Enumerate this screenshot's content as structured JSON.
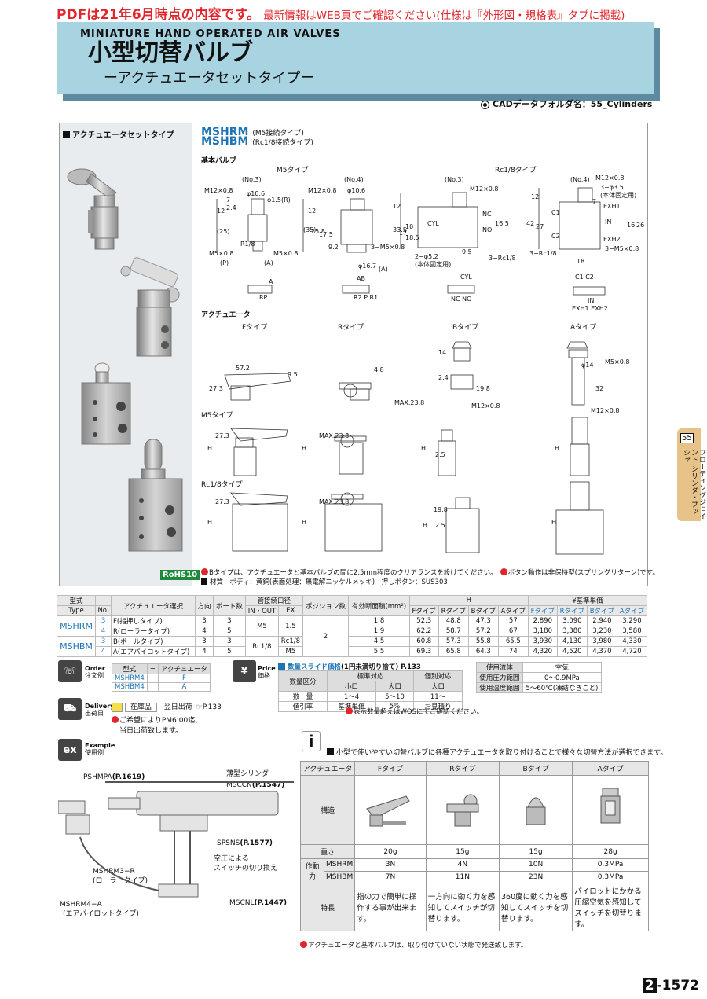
{
  "notice": {
    "big": "PDFは21年6月時点の内容です。",
    "rest": "最新情報はWEB頁でご確認ください(仕様は『外形図・規格表』タブに掲載)"
  },
  "header": {
    "en_title": "MINIATURE HAND OPERATED AIR VALVES",
    "jp_title": "小型切替バルブ",
    "jp_subtitle": "ーアクチュエータセットタイプー"
  },
  "cad": "CADデータフォルダ名：55_Cylinders",
  "photo_section": {
    "title": "アクチュエータセットタイプ",
    "rohs": "RoHS10"
  },
  "models": [
    {
      "name": "MSHRM",
      "desc": "(M5接続タイプ)"
    },
    {
      "name": "MSHBM",
      "desc": "(Rc1/8接続タイプ)"
    }
  ],
  "drawing": {
    "basic_valve": "基本バルブ",
    "m5_type": "M5タイプ",
    "rc_type": "Rc1/8タイプ",
    "actuator": "アクチュエータ",
    "f_type": "Fタイプ",
    "r_type": "Rタイプ",
    "b_type": "Bタイプ",
    "a_type": "Aタイプ",
    "m5_row": "M5タイプ",
    "rc_row": "Rc1/8タイプ",
    "no3": "(No.3)",
    "no4": "(No.4)",
    "m12": "M12×0.8",
    "phi106": "φ10.6",
    "phi15": "φ1.5(R)",
    "r18": "R1/8",
    "m5": "M5×0.8",
    "p": "(P)",
    "a": "(A)",
    "phi167": "φ16.7",
    "m5x3": "3−M5×0.8",
    "phi52": "2−φ5.2",
    "body_fixed": "(本体固定用)",
    "rc18x3": "3−Rc1/8",
    "phi35": "3−φ3.5",
    "cyl": "CYL",
    "nc": "NC",
    "no": "NO",
    "c1": "C1",
    "c2": "C2",
    "exh1": "EXH1",
    "exh2": "EXH2",
    "in": "IN",
    "sym1": "RP",
    "sym1a": "A",
    "sym2": "R2 P R1",
    "sym2a": "AB",
    "sym3": "NC NO",
    "sym3a": "CYL",
    "sym4": "IN",
    "sym4b": "EXH1  EXH2",
    "sym4a": "C1   C2",
    "d572": "57.2",
    "d273": "27.3",
    "d95": "9.5",
    "d48": "4.8",
    "dmax": "MAX.23.8",
    "d14": "14",
    "d24": "2.4",
    "d198": "19.8",
    "dphi14": "φ14",
    "d32": "32",
    "dh": "H",
    "d25": "2.5",
    "dims_m5": [
      "12",
      "7",
      "2.4",
      "(25)",
      "12",
      "(35)",
      "25.8",
      "17.5",
      "9.2",
      "12",
      "33.5",
      "17",
      "10",
      "18.5",
      "9.5",
      "16.5",
      "12",
      "42",
      "27",
      "18",
      "16",
      "26",
      "7"
    ]
  },
  "notes": {
    "n1": "Bタイプは、アクチュエータと基本バルブの間に2.5mm程度のクリアランスを設けてください。",
    "n2": "ボタン動作は非保持型(スプリングリターン)です。",
    "material": "材質　ボディ：黄銅(表面処理：無電解ニッケルメッキ)　押しボタン：SUS303"
  },
  "spec": {
    "headers": {
      "type": "型式",
      "type_en": "Type",
      "no": "No.",
      "actuator": "アクチュエータ選択",
      "direction": "方向",
      "ports": "ポート数",
      "pipe": "管接続口径",
      "inout": "IN・OUT",
      "ex": "EX",
      "positions": "ポジション数",
      "area": "有効断面積(mm²)",
      "h": "H",
      "price": "¥基準単価",
      "ft": "Fタイプ",
      "rt": "Rタイプ",
      "bt": "Bタイプ",
      "at": "Aタイプ"
    },
    "actuators": [
      "F(指押しタイプ)",
      "R(ローラータイプ)",
      "B(ボールタイプ)",
      "A(エアパイロットタイプ)"
    ],
    "positions_value": "2",
    "rows": [
      {
        "type": "MSHRM",
        "no": "3",
        "dir": "3",
        "ports": "3",
        "inout": "M5",
        "ex": "1.5",
        "area": "1.8",
        "hf": "52.3",
        "hr": "48.8",
        "hb": "47.3",
        "ha": "57",
        "pf": "2,890",
        "pr": "3,090",
        "pb": "2,940",
        "pa": "3,290"
      },
      {
        "type": "",
        "no": "4",
        "dir": "4",
        "ports": "5",
        "inout": "",
        "ex": "",
        "area": "1.9",
        "hf": "62.2",
        "hr": "58.7",
        "hb": "57.2",
        "ha": "67",
        "pf": "3,180",
        "pr": "3,380",
        "pb": "3,230",
        "pa": "3,580"
      },
      {
        "type": "MSHBM",
        "no": "3",
        "dir": "3",
        "ports": "3",
        "inout": "Rc1/8",
        "ex": "Rc1/8",
        "area": "4.5",
        "hf": "60.8",
        "hr": "57.3",
        "hb": "55.8",
        "ha": "65.5",
        "pf": "3,930",
        "pr": "4,130",
        "pb": "3,980",
        "pa": "4,330"
      },
      {
        "type": "",
        "no": "4",
        "dir": "4",
        "ports": "5",
        "inout": "",
        "ex": "M5",
        "area": "5.5",
        "hf": "69.3",
        "hr": "65.8",
        "hb": "64.3",
        "ha": "74",
        "pf": "4,320",
        "pr": "4,520",
        "pb": "4,370",
        "pa": "4,720"
      }
    ]
  },
  "order": {
    "label_en": "Order",
    "label_jp": "注文例",
    "h1": "型式",
    "h2": "アクチュエータ",
    "r1a": "MSHRM4",
    "r1b": "F",
    "r2a": "MSHBM4",
    "r2b": "A"
  },
  "price": {
    "label_en": "Price",
    "label_jp": "価格",
    "title": "数量スライド価格",
    "title_note": "(1円未満切り捨て)",
    "ref": "P.133",
    "qty_label": "数量区分",
    "std": "標準対応",
    "indiv": "個別対応",
    "small": "小口",
    "large": "大口",
    "qty": "数　量",
    "q1": "1〜4",
    "q2": "5〜10",
    "q3": "11〜",
    "disc": "値引率",
    "d1": "基準単価",
    "d2": "5%",
    "d3": "お見積り",
    "note": "表示数量超えはWOSにてご確認ください。"
  },
  "conditions": {
    "fluid_l": "使用流体",
    "fluid_v": "空気",
    "press_l": "使用圧力範囲",
    "press_v": "0〜0.9MPa",
    "temp_l": "使用温度範囲",
    "temp_v": "5〜60℃(凍結なきこと)"
  },
  "delivery": {
    "label_en": "Delivery",
    "label_jp": "出荷日",
    "stock": "在庫品",
    "next": "翌日出荷",
    "ref": "P.133",
    "note1": "ご希望によりPM6:00迄、",
    "note2": "当日出荷致します。"
  },
  "example": {
    "label_en": "Example",
    "label_jp": "使用例",
    "l1": "PSHMPA",
    "l1r": "(P.1619)",
    "l2": "薄型シリンダ",
    "l3": "MSCCN",
    "l3r": "(P.1547)",
    "l4": "SPSNS",
    "l4r": "(P.1577)",
    "l5": "空圧による",
    "l6": "スイッチの切り換え",
    "l7": "MSHRM3−R",
    "l8": "(ローラータイプ)",
    "l9": "MSCNL",
    "l9r": "(P.1447)",
    "l10": "MSHRM4−A",
    "l11": "(エアパイロットタイプ)"
  },
  "info": "小型で使いやすい切替バルブに各種アクチュエータを取り付けることで様々な切替方法が選択できます。",
  "feature": {
    "h_act": "アクチュエータ",
    "hf": "Fタイプ",
    "hr": "Rタイプ",
    "hb": "Bタイプ",
    "ha": "Aタイプ",
    "struct": "構造",
    "weight": "重さ",
    "w": [
      "20g",
      "15g",
      "15g",
      "28g"
    ],
    "force": "作動力",
    "mshrm": "MSHRM",
    "mshbm": "MSHBM",
    "f1": [
      "3N",
      "4N",
      "10N",
      "0.3MPa"
    ],
    "f2": [
      "7N",
      "11N",
      "23N",
      "0.3MPa"
    ],
    "char": "特長",
    "c": [
      "指の力で簡単に操作する事が出来ます。",
      "一方向に動く力を感知してスイッチが切替ります。",
      "360度に動く力を感知してスイッチを切替ります。",
      "パイロットにかかる圧縮空気を感知してスイッチを切替ります。"
    ]
  },
  "footer_note": "アクチュエータと基本バルブは、取り付けていない状態で発送致します。",
  "sidetab": {
    "num": "55",
    "text": "フローティングジョイント シリンダ・プッシャ"
  },
  "page": {
    "prefix": "2",
    "num": "-1572"
  }
}
